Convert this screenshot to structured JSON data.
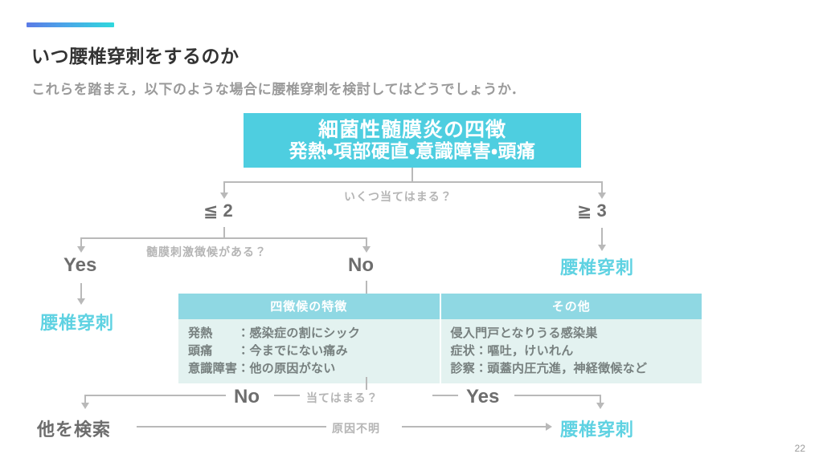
{
  "slide": {
    "title": "いつ腰椎穿刺をするのか",
    "subtitle": "これらを踏まえ，以下のような場合に腰椎穿刺を検討してはどうでしょうか．",
    "page_number": "22",
    "accent_color_start": "#5b7be6",
    "accent_color_end": "#2fd8dd"
  },
  "tetrad_box": {
    "line1": "細菌性髄膜炎の四徴",
    "line2": "発熱・項部硬直・意識障害・頭痛",
    "bg_color": "#4ecee0",
    "text_color": "#ffffff"
  },
  "flow": {
    "q1_label": "いくつ当てはまる？",
    "branch_left_count": "≦ 2",
    "branch_right_count": "≧ 3",
    "q2_label": "髄膜刺激徴候がある？",
    "yes_label": "Yes",
    "no_label": "No",
    "lp_left": "腰椎穿刺",
    "lp_right": "腰椎穿刺",
    "q3_label": "当てはまる？",
    "q3_no": "No",
    "q3_yes": "Yes",
    "search_other": "他を検索",
    "unknown_cause": "原因不明",
    "lp_bottom": "腰椎穿刺",
    "line_color": "#b9b9b9",
    "lp_color": "#5fd2e2"
  },
  "table": {
    "headers": [
      "四徴候の特徴",
      "その他"
    ],
    "header_bg": "#8fd8e3",
    "body_bg": "#e3f2f0",
    "left_rows": [
      "発熱　　：感染症の割にシック",
      "頭痛　　：今までにない痛み",
      "意識障害：他の原因がない"
    ],
    "right_rows": [
      "侵入門戸となりうる感染巣",
      "症状：嘔吐，けいれん",
      "診察：頭蓋内圧亢進，神経徴候など"
    ]
  }
}
